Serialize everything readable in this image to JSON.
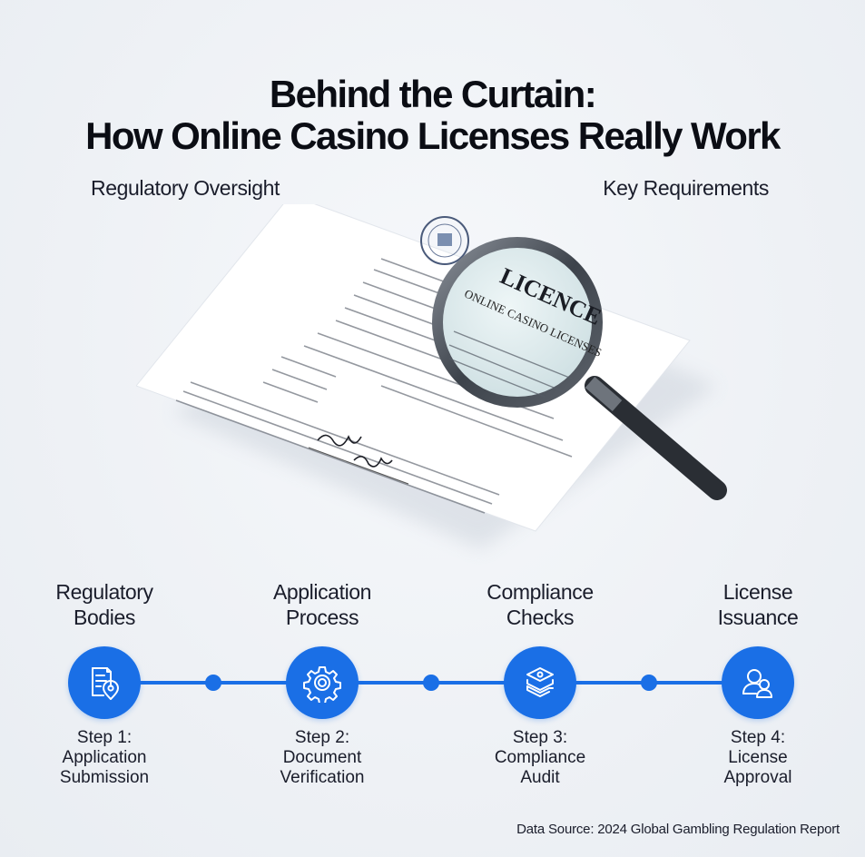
{
  "header": {
    "title_line1": "Behind the Curtain:",
    "title_line2": "How Online Casino Licenses Really Work",
    "subtitle_left": "Regulatory Oversight",
    "subtitle_right": "Key Requirements"
  },
  "illustration": {
    "document_heading": "LICENCE",
    "document_subheading": "ONLINE CASINO LICENSES",
    "description": "licence-document-under-magnifying-glass"
  },
  "categories": [
    {
      "line1": "Regulatory",
      "line2": "Bodies"
    },
    {
      "line1": "Application",
      "line2": "Process"
    },
    {
      "line1": "Compliance",
      "line2": "Checks"
    },
    {
      "line1": "License",
      "line2": "Issuance"
    }
  ],
  "steps": [
    {
      "label": "Step 1:",
      "line1": "Application",
      "line2": "Submission",
      "icon": "document-location-icon"
    },
    {
      "label": "Step 2:",
      "line1": "Document",
      "line2": "Verification",
      "icon": "gear-icon"
    },
    {
      "label": "Step 3:",
      "line1": "Compliance",
      "line2": "Audit",
      "icon": "layered-stack-icon"
    },
    {
      "label": "Step 4:",
      "line1": "License",
      "line2": "Approval",
      "icon": "users-icon"
    }
  ],
  "colors": {
    "accent": "#1a6fe6",
    "text": "#1a1d2b",
    "background": "#eef1f5"
  },
  "footer": {
    "source": "Data Source: 2024 Global Gambling Regulation Report"
  }
}
